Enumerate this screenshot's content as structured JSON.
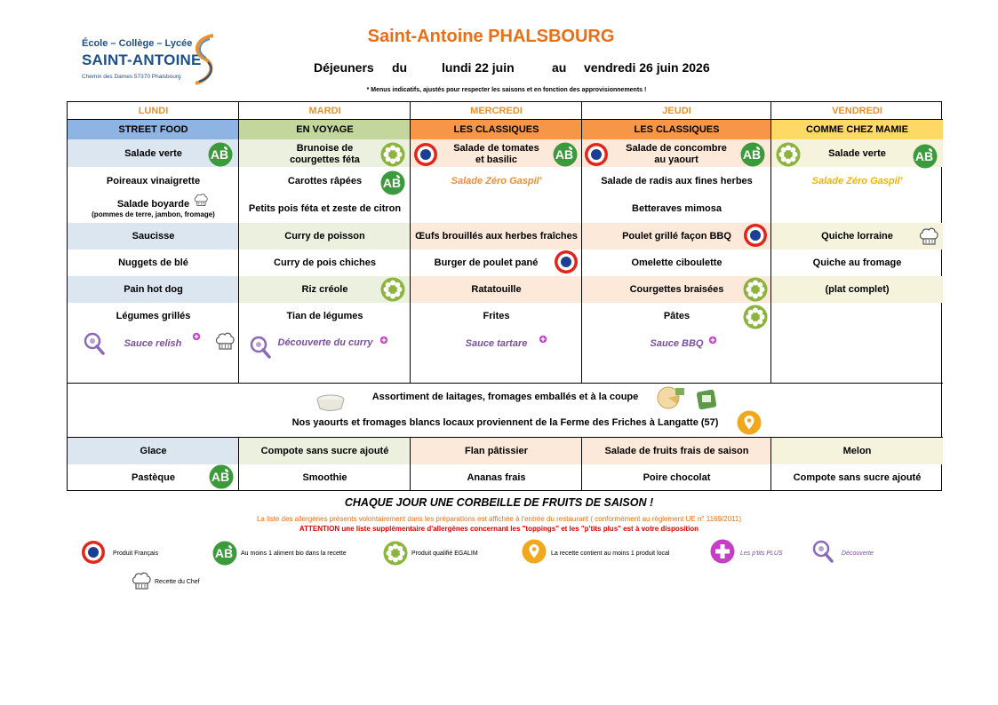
{
  "school": {
    "line1": "École – Collège – Lycée",
    "line2": "SAINT-ANTOINE",
    "line3": "Chemin des Dames 57370 Phalsbourg"
  },
  "title": "Saint-Antoine PHALSBOURG",
  "period": {
    "lunches": "Déjeuners",
    "from": "du",
    "start": "lundi 22 juin",
    "to": "au",
    "end": "vendredi 26 juin 2026"
  },
  "note": "* Menus indicatifs, ajustés pour respecter les saisons et en fonction des approvisionnements !",
  "days": [
    "LUNDI",
    "MARDI",
    "MERCREDI",
    "JEUDI",
    "VENDREDI"
  ],
  "themes": [
    "STREET FOOD",
    "EN VOYAGE",
    "LES CLASSIQUES",
    "LES CLASSIQUES",
    "COMME CHEZ MAMIE"
  ],
  "colors": {
    "street_food": "#8eb4e3",
    "en_voyage": "#c3d69b",
    "classiques": "#f79646",
    "mamie": "#ffd966",
    "row_blue": "#dce6f1",
    "row_green": "#ebf1de",
    "row_peach": "#fde9d9",
    "row_cream": "#f6f3dc",
    "day_text": "#e8912e",
    "title_orange": "#e86f16"
  },
  "menu": {
    "mon": {
      "starter1": "Salade verte",
      "starter2": "Poireaux vinaigrette",
      "starter3": "Salade boyarde",
      "starter3_detail": "(pommes de terre, jambon, fromage)",
      "main1": "Saucisse",
      "main2": "Nuggets de blé",
      "side1": "Pain hot dog",
      "side2": "Légumes grillés",
      "sauce": "Sauce relish"
    },
    "tue": {
      "starter1": "Brunoise de courgettes féta",
      "starter1_a": "Brunoise de",
      "starter1_b": "courgettes féta",
      "starter2": "Carottes râpées",
      "starter3": "Petits pois féta et zeste de citron",
      "main1": "Curry de poisson",
      "main2": "Curry de pois chiches",
      "side1": "Riz créole",
      "side2": "Tian de légumes",
      "sauce": "Découverte du curry"
    },
    "wed": {
      "starter1_a": "Salade de tomates",
      "starter1_b": "et basilic",
      "starter2": "Salade Zéro Gaspil'",
      "main1": "Œufs brouillés aux herbes fraîches",
      "main2": "Burger de poulet pané",
      "side1": "Ratatouille",
      "side2": "Frites",
      "sauce": "Sauce tartare"
    },
    "thu": {
      "starter1_a": "Salade de concombre",
      "starter1_b": "au yaourt",
      "starter2": "Salade de radis aux fines herbes",
      "starter3": "Betteraves mimosa",
      "main1": "Poulet grillé façon BBQ",
      "main2": "Omelette ciboulette",
      "side1": "Courgettes braisées",
      "side2": "Pâtes",
      "sauce": "Sauce BBQ"
    },
    "fri": {
      "starter1": "Salade verte",
      "starter2": "Salade Zéro Gaspil'",
      "main1": "Quiche lorraine",
      "main2": "Quiche au fromage",
      "side1": "(plat complet)"
    }
  },
  "dairy": {
    "line1": "Assortiment de laitages, fromages emballés et à la coupe",
    "line2": "Nos yaourts et fromages blancs locaux proviennent de la Ferme des Friches à Langatte (57)"
  },
  "desserts": {
    "row1": [
      "Glace",
      "Compote sans sucre ajouté",
      "Flan pâtissier",
      "Salade de fruits frais de saison",
      "Melon"
    ],
    "row2": [
      "Pastèque",
      "Smoothie",
      "Ananas frais",
      "Poire chocolat",
      "Compote sans sucre ajouté"
    ]
  },
  "footer": {
    "fruits": "CHAQUE JOUR UNE CORBEILLE DE FRUITS DE SAISON !",
    "allergens": "La liste des allergènes présents volontairement dans les préparations est affichée à l'entrée du restaurant ( conformément au règlement UE n° 1169/2011)",
    "attention": "ATTENTION une liste supplémentaire d'allergènes concernant les \"toppings\" et les \"p'tits plus\" est à votre disposition"
  },
  "legend": {
    "fr": "Produit Français",
    "bio": "Au moins 1 aliment bio dans la recette",
    "egalim": "Produit qualifié EGALIM",
    "local": "La recette contient au moins 1 produit local",
    "plus": "Les p'tits PLUS",
    "decouverte": "Découverte",
    "chef": "Recette du Chef"
  },
  "icons": [
    "french-flag-icon",
    "ab-bio-icon",
    "egalim-icon",
    "local-pin-icon",
    "ptits-plus-icon",
    "discovery-icon",
    "chef-hat-icon",
    "yogurt-icon",
    "cheese-icon"
  ]
}
